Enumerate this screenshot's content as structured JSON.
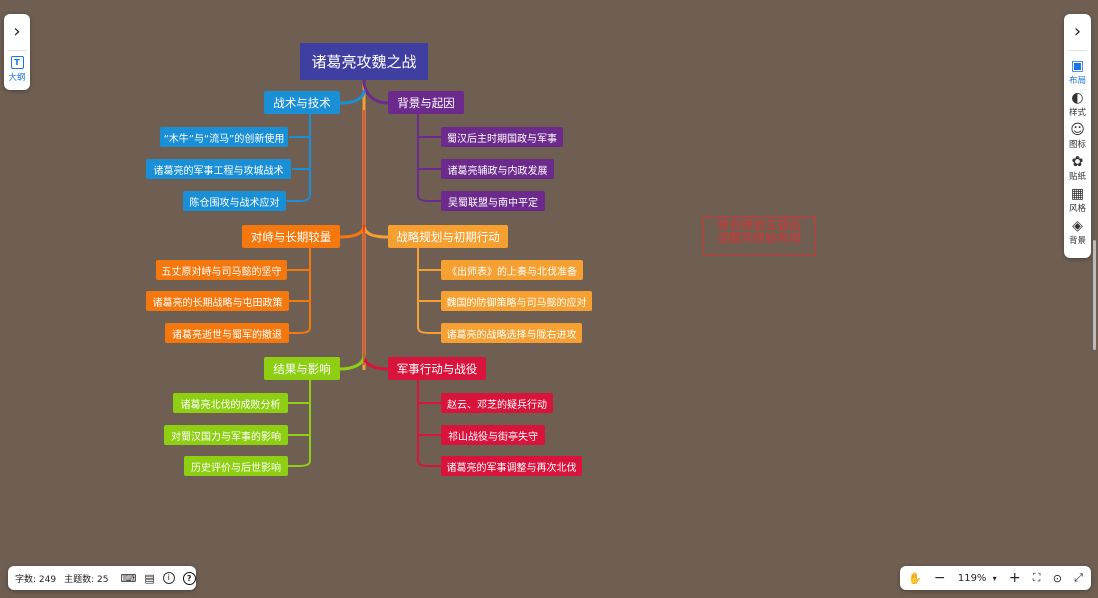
{
  "left_panel": {
    "expand_glyph": "›",
    "outline_label": "大纲",
    "outline_icon": "outline-icon"
  },
  "right_panel": {
    "expand_glyph": "›",
    "items": [
      {
        "label": "布局",
        "icon": "layout-icon",
        "glyph": "▣",
        "active": true
      },
      {
        "label": "样式",
        "icon": "palette-icon",
        "glyph": "◐",
        "active": false
      },
      {
        "label": "图标",
        "icon": "smiley-icon",
        "glyph": "☺",
        "active": false
      },
      {
        "label": "贴纸",
        "icon": "sticker-icon",
        "glyph": "✿",
        "active": false
      },
      {
        "label": "风格",
        "icon": "grid-icon",
        "glyph": "▦",
        "active": false
      },
      {
        "label": "背景",
        "icon": "layers-icon",
        "glyph": "◈",
        "active": false
      }
    ]
  },
  "mindmap": {
    "root": "诸葛亮攻魏之战",
    "branches": {
      "tactics": {
        "title": "战术与技术",
        "children": [
          "“木牛”与“流马”的创新使用",
          "诸葛亮的军事工程与攻城战术",
          "陈仓围攻与战术应对"
        ]
      },
      "background": {
        "title": "背景与起因",
        "children": [
          "蜀汉后主时期国政与军事",
          "诸葛亮辅政与内政发展",
          "吴蜀联盟与南中平定"
        ]
      },
      "standoff": {
        "title": "对峙与长期较量",
        "children": [
          "五丈原对峙与司马懿的坚守",
          "诸葛亮的长期战略与屯田政策",
          "诸葛亮逝世与蜀军的撤退"
        ]
      },
      "strategy": {
        "title": "战略规划与初期行动",
        "children": [
          "《出师表》的上奏与北伐准备",
          "魏国的防御策略与司马懿的应对",
          "诸葛亮的战略选择与陇右进攻"
        ]
      },
      "result": {
        "title": "结果与影响",
        "children": [
          "诸葛亮北伐的成败分析",
          "对蜀汉国力与军事的影响",
          "历史评价与后世影响"
        ]
      },
      "military": {
        "title": "军事行动与战役",
        "children": [
          "赵云、邓芝的疑兵行动",
          "祁山战役与街亭失守",
          "诸葛亮的军事调整与再次北伐"
        ]
      }
    },
    "colors": {
      "root": "#3f3ea1",
      "tactics": "#1b8fd6",
      "background": "#6b2a8c",
      "standoff": "#f5780f",
      "strategy": "#f5a030",
      "result": "#8ecf14",
      "military": "#d8143c"
    }
  },
  "annotation": {
    "line1": "移到原始主题后",
    "line2": "调整到原始布局"
  },
  "status": {
    "word_count": "字数: 249",
    "topic_count": "主题数: 25"
  },
  "zoom": {
    "value": "119%",
    "minus": "−",
    "plus": "+"
  }
}
